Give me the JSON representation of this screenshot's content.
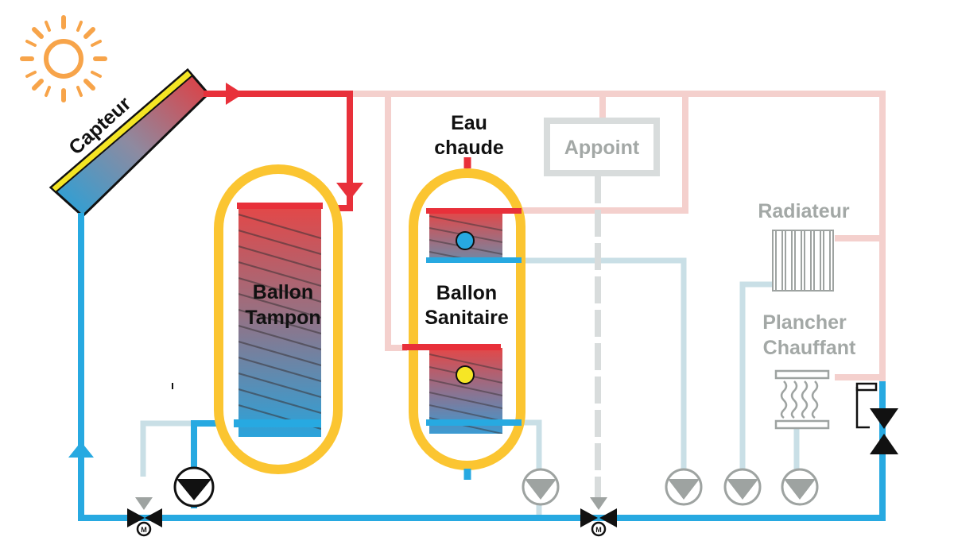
{
  "labels": {
    "capteur": "Capteur",
    "eau_line1": "Eau",
    "eau_line2": "chaude",
    "appoint": "Appoint",
    "tampon_line1": "Ballon",
    "tampon_line2": "Tampon",
    "sanitaire_line1": "Ballon",
    "sanitaire_line2": "Sanitaire",
    "radiateur": "Radiateur",
    "plancher_line1": "Plancher",
    "plancher_line2": "Chauffant",
    "motor_mark": "M"
  },
  "colors": {
    "hot": "#e8303a",
    "cold": "#27a9e1",
    "pale_hot": "#f4d0cd",
    "pale_cold": "#c9dfe6",
    "tank_yellow": "#fbc531",
    "grey_component": "#b5b7b6",
    "sun": "#f7a44a",
    "sensor_blue": "#27a9e1",
    "sensor_yellow": "#f6e625"
  },
  "components": {
    "sun_icon": "sun-icon",
    "pump_icon": "pump-icon",
    "valve_icon": "three-way-valve-icon",
    "radiator_icon": "radiator-icon",
    "floor_heating_icon": "floor-heating-icon"
  }
}
